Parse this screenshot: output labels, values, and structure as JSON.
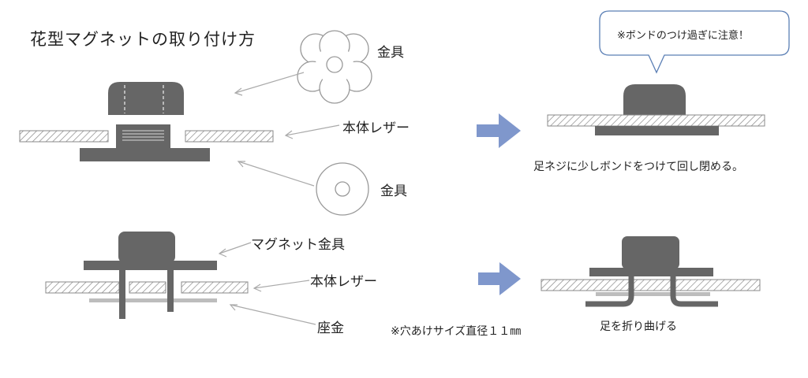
{
  "title": "花型マグネットの取り付け方",
  "labels": {
    "fitting_top": "金具",
    "leather_top": "本体レザー",
    "fitting_bottom": "金具",
    "magnet_fitting": "マグネット金具",
    "leather_lower": "本体レザー",
    "washer": "座金"
  },
  "callout": "※ボンドのつけ過ぎに注意！",
  "instruction_top": "足ネジに少しボンドをつけて回し閉める。",
  "instruction_bottom": "足を折り曲げる",
  "hole_note": "※穴あけサイズ直径１１㎜",
  "colors": {
    "part_dark": "#666666",
    "arrow_blue": "#7f97cc",
    "leather_hatch": "#8a8a8a",
    "washer": "#bdbdbd",
    "callout_border": "#5b7fb5"
  }
}
